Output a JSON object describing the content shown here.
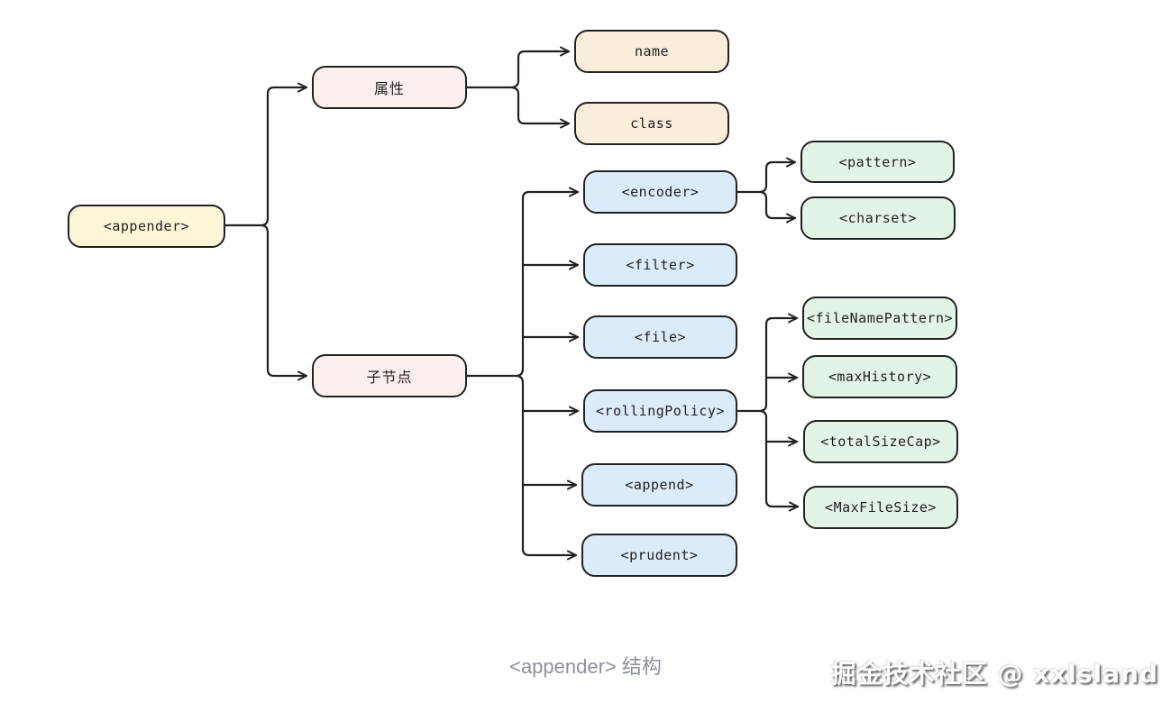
{
  "diagram": {
    "type": "tree",
    "orientation": "left-to-right",
    "nodes": {
      "root": "<appender>",
      "attributes_group": "属性",
      "children_group": "子节点",
      "attributes": [
        "name",
        "class"
      ],
      "children": [
        "<encoder>",
        "<filter>",
        "<file>",
        "<rollingPolicy>",
        "<append>",
        "<prudent>"
      ],
      "encoder_children": [
        "<pattern>",
        "<charset>"
      ],
      "rolling_children": [
        "<fileNamePattern>",
        "<maxHistory>",
        "<totalSizeCap>",
        "<MaxFileSize>"
      ]
    },
    "edges": [
      [
        "<appender>",
        "属性"
      ],
      [
        "<appender>",
        "子节点"
      ],
      [
        "属性",
        "name"
      ],
      [
        "属性",
        "class"
      ],
      [
        "子节点",
        "<encoder>"
      ],
      [
        "子节点",
        "<filter>"
      ],
      [
        "子节点",
        "<file>"
      ],
      [
        "子节点",
        "<rollingPolicy>"
      ],
      [
        "子节点",
        "<append>"
      ],
      [
        "子节点",
        "<prudent>"
      ],
      [
        "<encoder>",
        "<pattern>"
      ],
      [
        "<encoder>",
        "<charset>"
      ],
      [
        "<rollingPolicy>",
        "<fileNamePattern>"
      ],
      [
        "<rollingPolicy>",
        "<maxHistory>"
      ],
      [
        "<rollingPolicy>",
        "<totalSizeCap>"
      ],
      [
        "<rollingPolicy>",
        "<MaxFileSize>"
      ]
    ],
    "colors": {
      "root_fill": "#fcf6d9",
      "group_fill": "#fcf0ef",
      "attribute_fill": "#faeedb",
      "child_fill": "#dcebf9",
      "leaf_fill": "#e2f3e7",
      "stroke": "#222222",
      "caption_text": "#8b919e"
    }
  },
  "caption": "<appender> 结构",
  "watermark": "掘金技术社区 @ xxlsland"
}
